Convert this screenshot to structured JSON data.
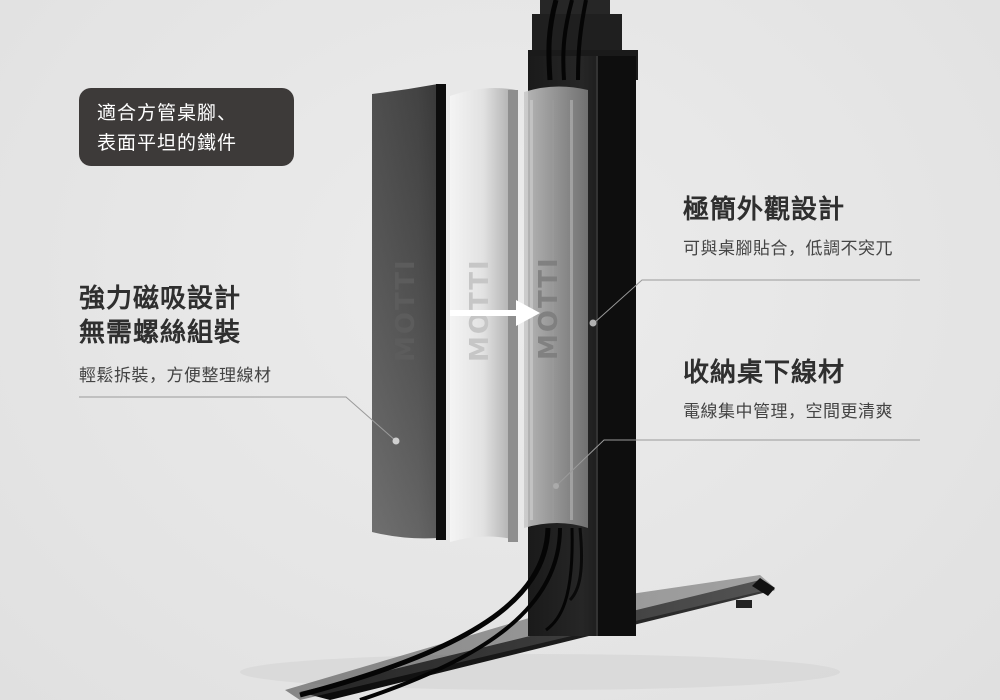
{
  "badge": {
    "line1": "適合方管桌腳、",
    "line2": "表面平坦的鐵件"
  },
  "features": {
    "magnetic": {
      "title_line1": "強力磁吸設計",
      "title_line2": "無需螺絲組裝",
      "desc": "輕鬆拆裝，方便整理線材"
    },
    "minimal": {
      "title": "極簡外觀設計",
      "desc": "可與桌腳貼合，低調不突兀"
    },
    "storage": {
      "title": "收納桌下線材",
      "desc": "電線集中管理，空間更清爽"
    }
  },
  "product": {
    "brand_text": "MOTTI",
    "panels": [
      "dark",
      "light",
      "translucent"
    ],
    "arrow_icon": "arrow-right-icon"
  },
  "colors": {
    "background": "#e6e6e6",
    "badge_bg": "#3d3a39",
    "title_text": "#2f2f2f",
    "desc_text": "#444444",
    "leader_line": "#9a9a9a",
    "desk_leg": "#151515"
  }
}
